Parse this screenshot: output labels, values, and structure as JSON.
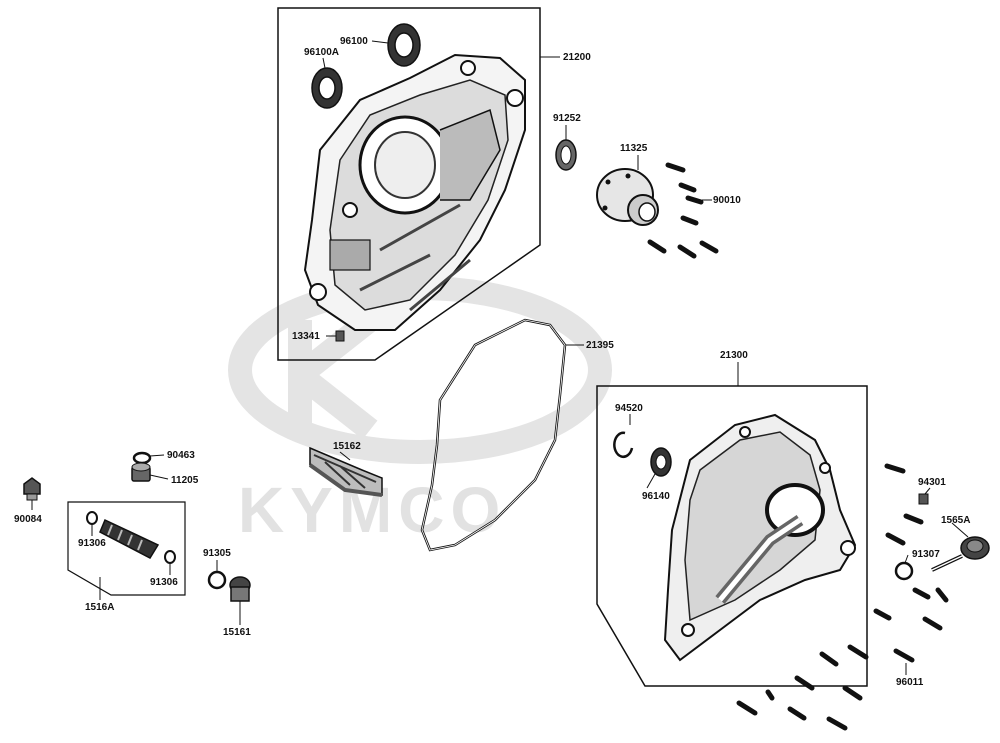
{
  "watermark": {
    "brand_text": "KYMCO",
    "color": "#e2e2e2"
  },
  "labels": {
    "l96100": "96100",
    "l96100A": "96100A",
    "l21200": "21200",
    "l91252": "91252",
    "l11325": "11325",
    "l90010": "90010",
    "l13341": "13341",
    "l21395": "21395",
    "l21300": "21300",
    "l94520": "94520",
    "l96140": "96140",
    "l94301": "94301",
    "l1565A": "1565A",
    "l91307": "91307",
    "l96011": "96011",
    "l15162": "15162",
    "l90463": "90463",
    "l11205": "11205",
    "l90084": "90084",
    "l91306a": "91306",
    "l91306b": "91306",
    "l1516A": "1516A",
    "l91305": "91305",
    "l15161": "15161"
  },
  "colors": {
    "line": "#111111",
    "part_dark": "#222222",
    "part_mid": "#555555",
    "part_light": "#999999"
  }
}
